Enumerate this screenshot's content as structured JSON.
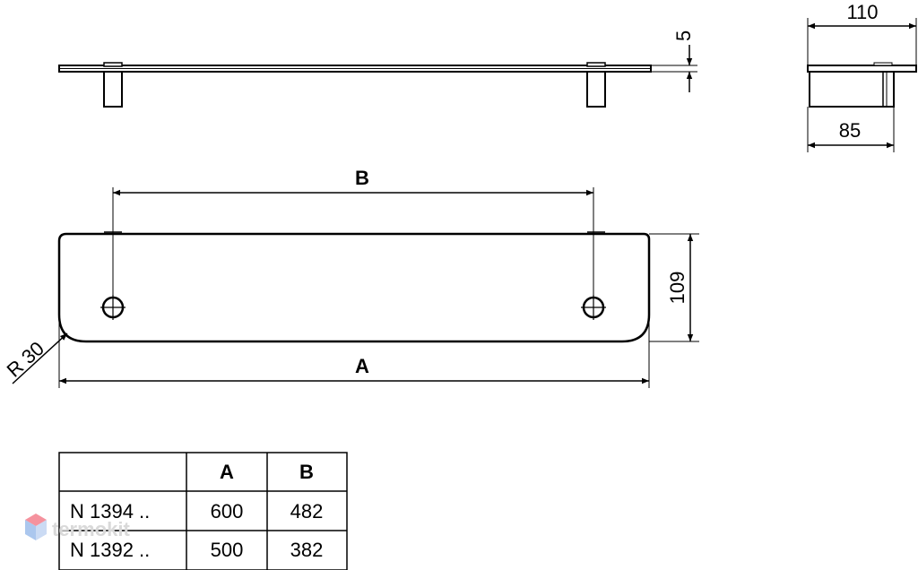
{
  "dimensions": {
    "thickness": "5",
    "depth_overall": "110",
    "depth_bracket": "85",
    "hole_spacing": "B",
    "shelf_width": "A",
    "height": "109",
    "radius": "R 30"
  },
  "table": {
    "headers": [
      "",
      "A",
      "B"
    ],
    "rows": [
      {
        "model": "N 1394 ..",
        "a": "600",
        "b": "482"
      },
      {
        "model": "N 1392 ..",
        "a": "500",
        "b": "382"
      }
    ]
  },
  "watermark": {
    "text": "termokit"
  },
  "colors": {
    "line": "#000000",
    "watermark_top": "#f26d7d",
    "watermark_side": "#8fb4e8"
  }
}
